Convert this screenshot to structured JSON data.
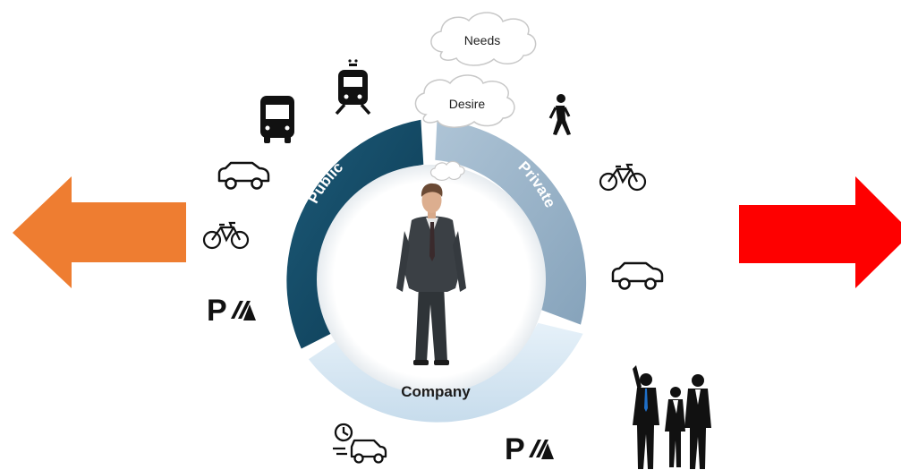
{
  "segments": {
    "public": "Public",
    "private": "Private",
    "company": "Company"
  },
  "clouds": {
    "needs": "Needs",
    "desire": "Desire"
  },
  "parking": {
    "left_letter": "P",
    "bottom_letter": "P"
  },
  "colors": {
    "public": "#0d4561",
    "private": "#98b3ca",
    "company": "#d6e8f5",
    "arrow_left": "#ee7d31",
    "arrow_right": "#fe0000"
  },
  "icons": [
    "train-icon",
    "bus-icon",
    "car-icon",
    "bicycle-icon",
    "parking-icon",
    "walking-person-icon",
    "car-sharing-icon",
    "business-team-icon",
    "businessman-figure"
  ]
}
